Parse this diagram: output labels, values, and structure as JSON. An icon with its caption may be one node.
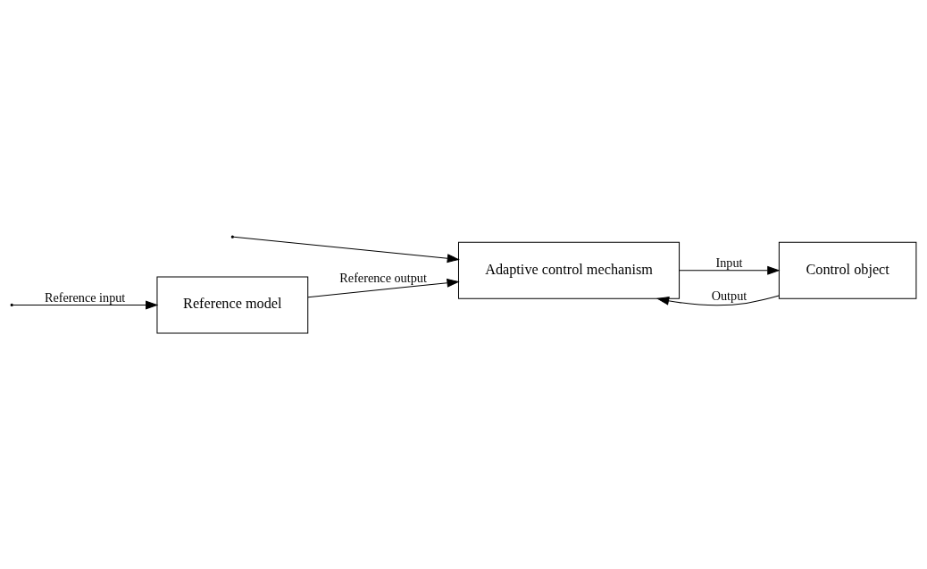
{
  "diagram": {
    "nodes": [
      {
        "text": [
          "Reference model"
        ]
      },
      {
        "text": [
          "Control object"
        ]
      },
      {
        "text": [
          "Adaptive control mechanism"
        ]
      }
    ],
    "edges": [
      {
        "from": null,
        "to": 0,
        "arrow": "to",
        "label": "Reference input"
      },
      {
        "from": null,
        "to": 2,
        "arrow": "to"
      },
      {
        "from": 0,
        "to": 2,
        "arrow": "to",
        "label": "Reference output"
      },
      {
        "from": 1,
        "to": 2,
        "arrow": "to",
        "label": "Output"
      },
      {
        "from": 2,
        "to": 1,
        "arrow": "to",
        "label": "Input"
      }
    ]
  }
}
